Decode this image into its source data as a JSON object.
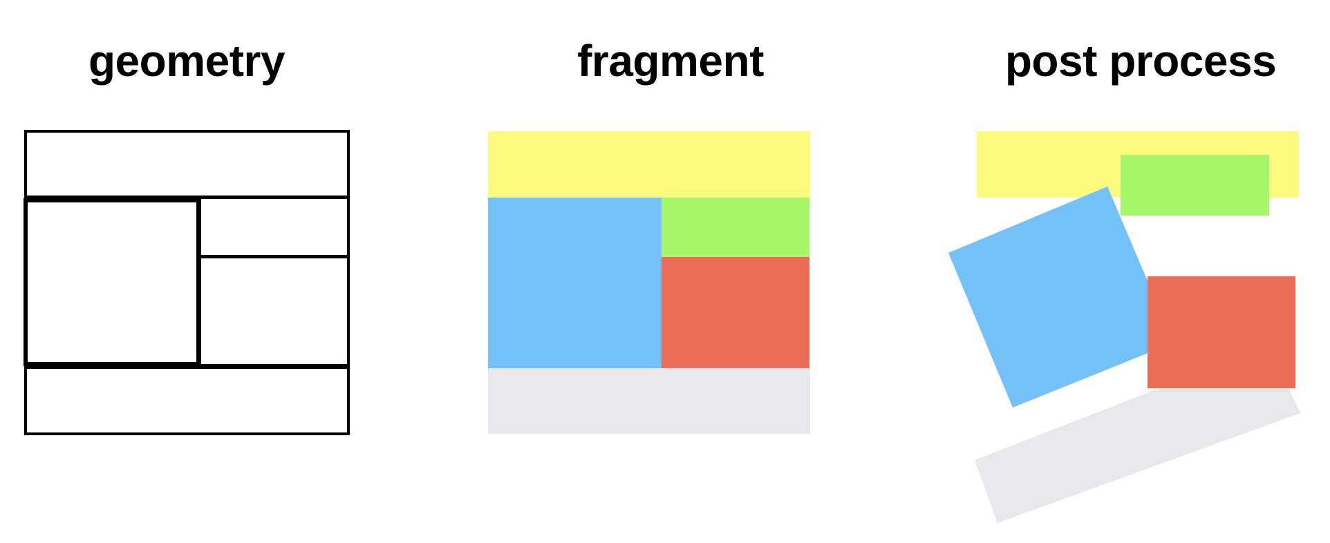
{
  "titles": {
    "geometry": "geometry",
    "fragment": "fragment",
    "post_process": "post process"
  },
  "colors": {
    "outline": "#000000",
    "yellow": "#fdfb7d",
    "blue": "#74c0f9",
    "green": "#a6f86a",
    "red": "#ec6e57",
    "gray": "#e8e8ea"
  }
}
